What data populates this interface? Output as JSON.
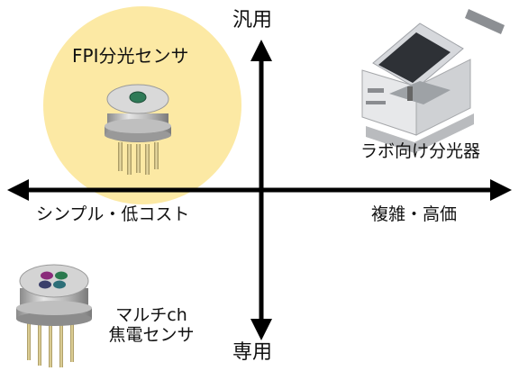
{
  "axes": {
    "top": "汎用",
    "bottom": "専用",
    "left": "シンプル・低コスト",
    "right": "複雑・高価"
  },
  "items": [
    {
      "label": "FPI分光センサ",
      "highlight_color": "#fce9a4"
    },
    {
      "label": "ラボ向け分光器"
    },
    {
      "label_line1": "マルチch",
      "label_line2": "焦電センサ"
    }
  ]
}
